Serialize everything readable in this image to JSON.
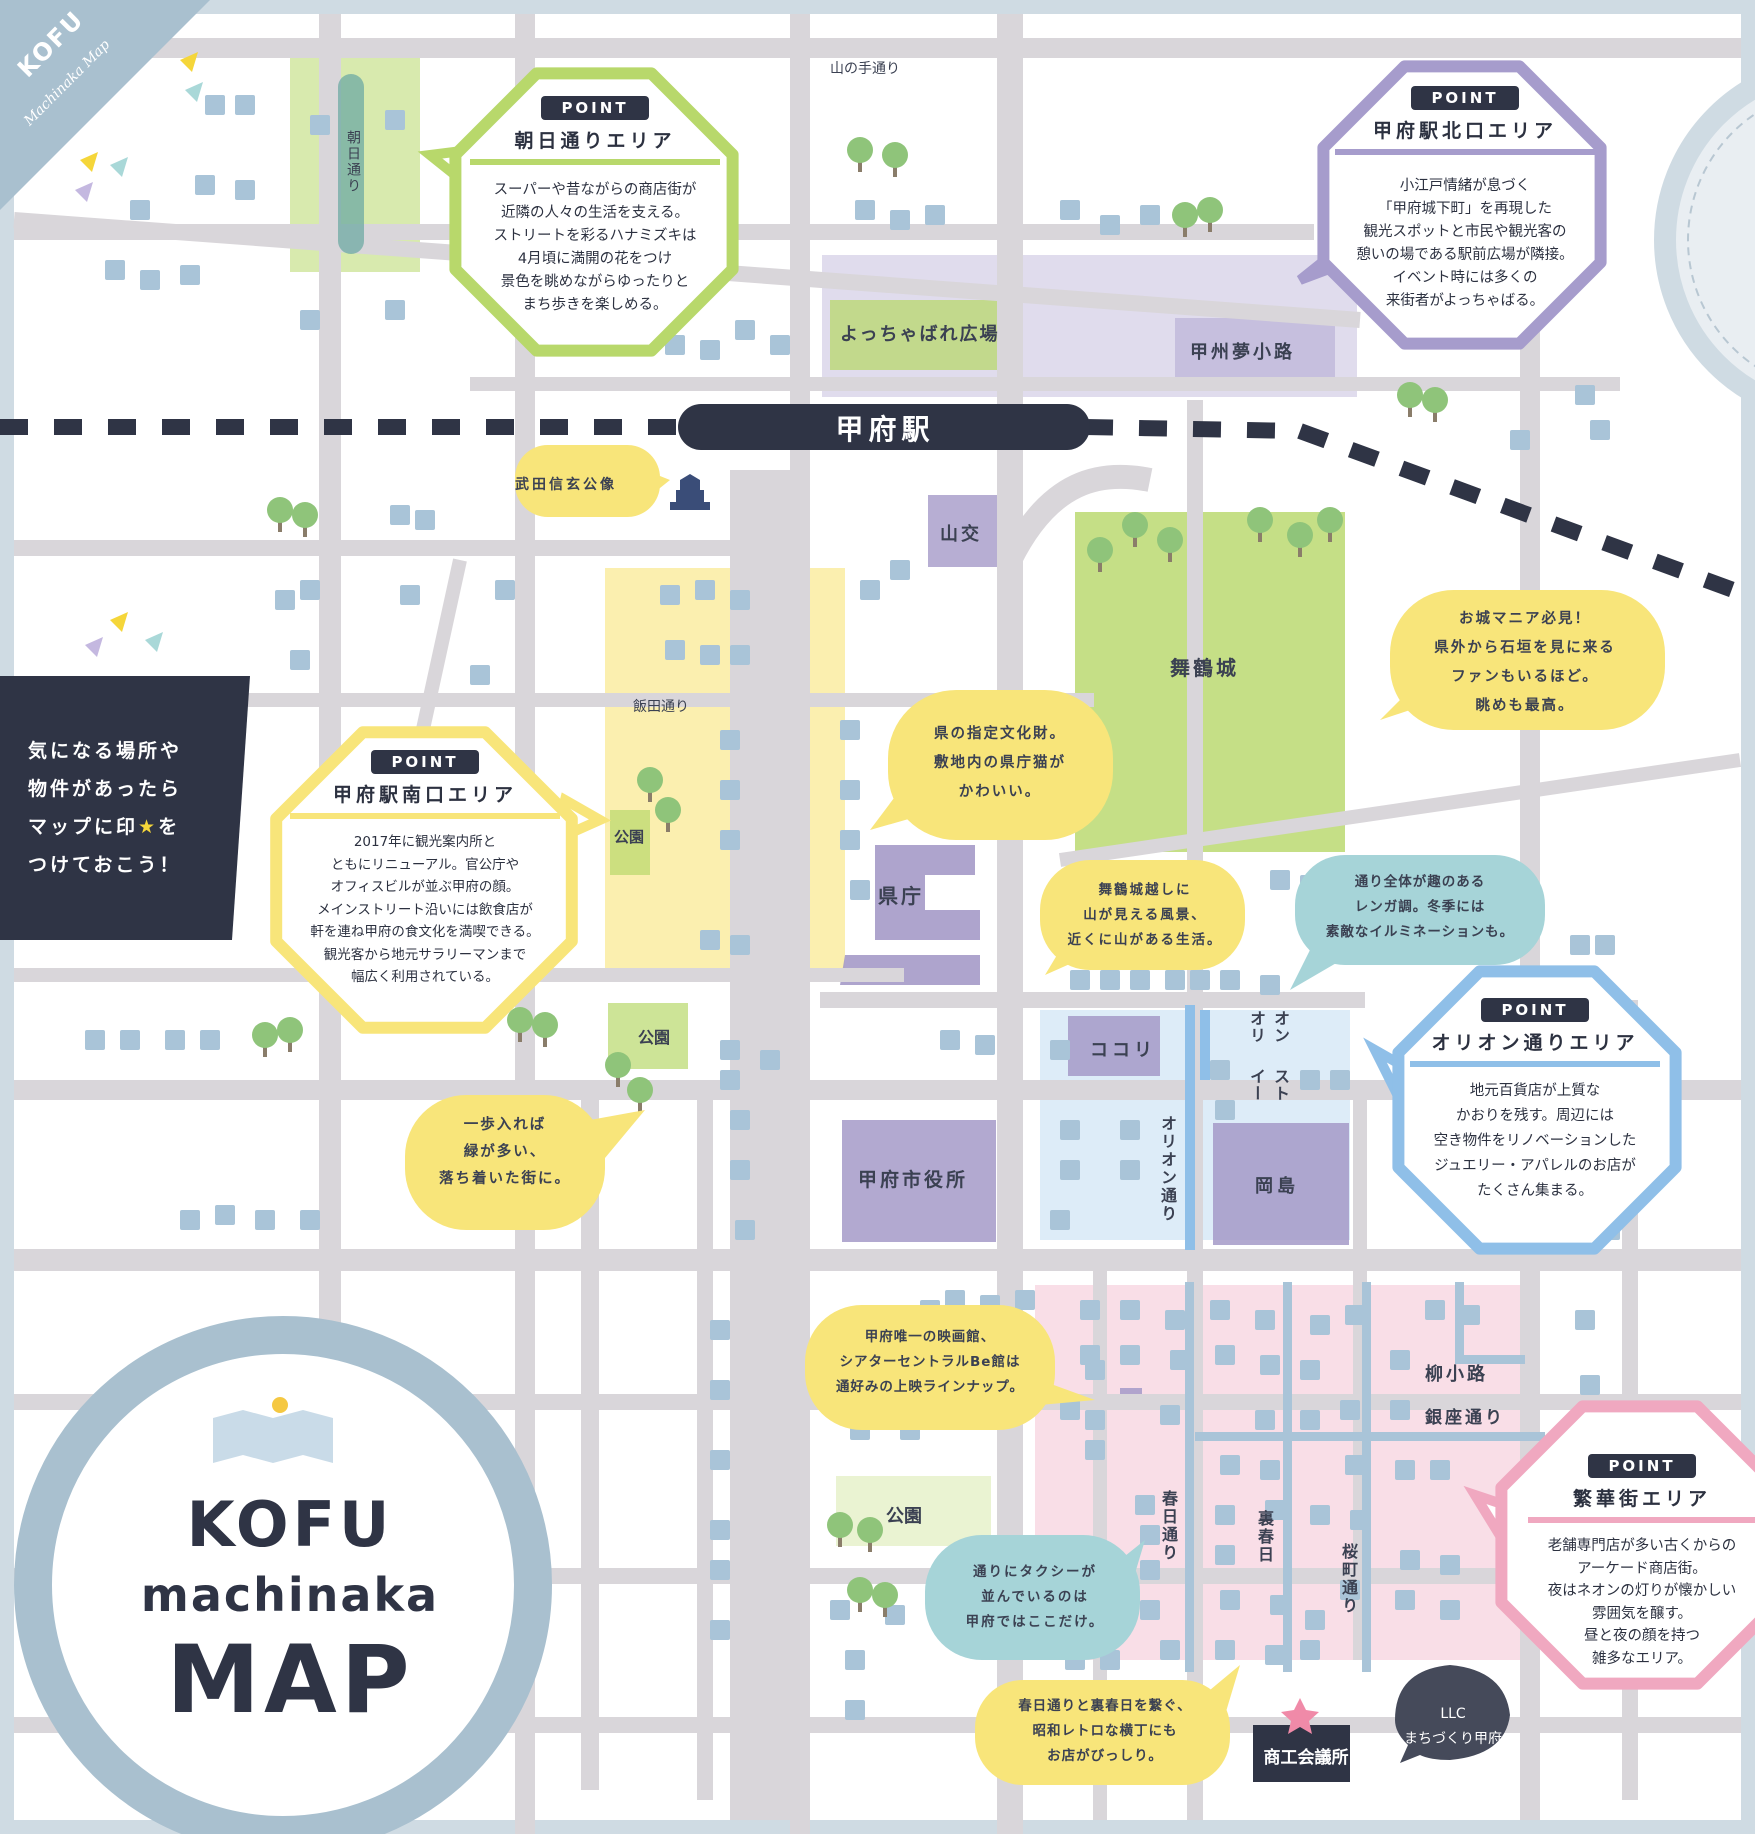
{
  "colors": {
    "background": "#cfdbe3",
    "block": "#ffffff",
    "road": "#d9d6da",
    "navy": "#2f3445",
    "green": "#b8d86b",
    "purple": "#a69ccc",
    "yellow": "#f8e57a",
    "blue": "#8fbfe8",
    "pink": "#f0a8c0",
    "building": "#a9c4d8",
    "facility": "#a59ac8"
  },
  "brand": {
    "corner_title": "KOFU",
    "corner_subtitle": "Machinaka Map",
    "main_line1": "KOFU",
    "main_line2": "machinaka",
    "main_line3": "MAP",
    "map_icon": "folded-map-pin-icon"
  },
  "hint": {
    "line1": "気になる場所や",
    "line2": "物件があったら",
    "line3_a": "マップに印",
    "line3_star": "★",
    "line3_b": "を",
    "line4": "つけておこう！"
  },
  "station": {
    "name": "甲府駅"
  },
  "streets": {
    "yamanote": "山の手通り",
    "asahi": "朝日通り",
    "iida": "飯田通り",
    "orion": "オリオン通り",
    "orion_east": "オリオンイースト",
    "kasuga": "春日通り",
    "urakasuga": "裏春日",
    "sakuramachi": "桜町通り",
    "yanagikoji": "柳小路",
    "ginza": "銀座通り"
  },
  "places": {
    "yocchabare": "よっちゃばれ広場",
    "koshu_yumekoji": "甲州夢小路",
    "yamako": "山交",
    "maizuru": "舞鶴城",
    "kencho": "県庁",
    "park1": "公園",
    "park2": "公園",
    "park3": "公園",
    "kokori": "ココリ",
    "okajima": "岡島",
    "city_hall": "甲府市役所",
    "chamber": "商工会議所",
    "llc_line1": "LLC",
    "llc_line2": "まちづくり甲府",
    "takeda_statue": "武田信玄公像",
    "statue_icon": "takeda-statue-icon",
    "star_icon": "star-marker-icon"
  },
  "points": {
    "badge": "POINT",
    "asahi": {
      "title": "朝日通りエリア",
      "body": "スーパーや昔ながらの商店街が\n近隣の人々の生活を支える。\nストリートを彩るハナミズキは\n4月頃に満開の花をつけ\n景色を眺めながらゆったりと\nまち歩きを楽しめる。"
    },
    "north": {
      "title": "甲府駅北口エリア",
      "body": "小江戸情緒が息づく\n「甲府城下町」を再現した\n観光スポットと市民や観光客の\n憩いの場である駅前広場が隣接。\nイベント時には多くの\n来街者がよっちゃばる。"
    },
    "south": {
      "title": "甲府駅南口エリア",
      "body": "2017年に観光案内所と\nともにリニューアル。官公庁や\nオフィスビルが並ぶ甲府の顔。\nメインストリート沿いには飲食店が\n軒を連ね甲府の食文化を満喫できる。\n観光客から地元サラリーマンまで\n幅広く利用されている。"
    },
    "orion": {
      "title": "オリオン通りエリア",
      "body": "地元百貨店が上質な\nかおりを残す。周辺には\n空き物件をリノベーションした\nジュエリー・アパレルのお店が\nたくさん集まる。"
    },
    "hanka": {
      "title": "繁華街エリア",
      "body": "老舗専門店が多い古くからの\nアーケード商店街。\n夜はネオンの灯りが懐かしい\n雰囲気を醸す。\n昼と夜の顔を持つ\n雑多なエリア。"
    }
  },
  "bubbles": {
    "castle": "お城マニア必見！\n県外から石垣を見に来る\nファンもいるほど。\n眺めも最高。",
    "bunkazai": "県の指定文化財。\n敷地内の県庁猫が\nかわいい。",
    "mountain": "舞鶴城越しに\n山が見える風景、\n近くに山がある生活。",
    "renga": "通り全体が趣のある\nレンガ調。冬季には\n素敵なイルミネーションも。",
    "green": "一歩入れば\n緑が多い、\n落ち着いた街に。",
    "cinema": "甲府唯一の映画館、\nシアターセントラルBe館は\n通好みの上映ラインナップ。",
    "taxi": "通りにタクシーが\n並んでいるのは\n甲府ではここだけ。",
    "yokocho": "春日通りと裏春日を繋ぐ、\n昭和レトロな横丁にも\nお店がびっしり。"
  }
}
